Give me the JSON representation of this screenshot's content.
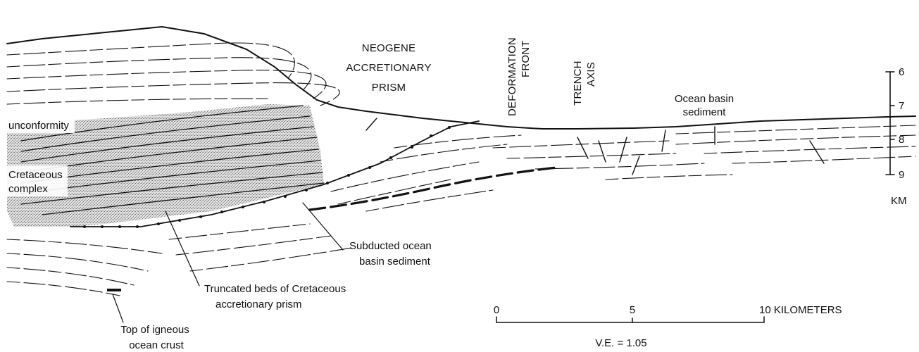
{
  "labels": {
    "neogene_line1": "NEOGENE",
    "neogene_line2": "ACCRETIONARY",
    "neogene_line3": "PRISM",
    "deformation_line1": "DEFORMATION",
    "deformation_line2": "FRONT",
    "trench_line1": "TRENCH",
    "trench_line2": "AXIS",
    "ocean_basin_line1": "Ocean basin",
    "ocean_basin_line2": "sediment",
    "unconformity": "unconformity",
    "cretaceous_line1": "Cretaceous",
    "cretaceous_line2": "complex",
    "subducted_line1": "Subducted ocean",
    "subducted_line2": "basin sediment",
    "truncated_line1": "Truncated beds of Cretaceous",
    "truncated_line2": "accretionary prism",
    "igneous_line1": "Top of igneous",
    "igneous_line2": "ocean crust"
  },
  "depth_scale": {
    "ticks": [
      "6",
      "7",
      "8",
      "9"
    ],
    "unit": "KM"
  },
  "distance_scale": {
    "ticks": [
      "0",
      "5",
      "10 KILOMETERS"
    ],
    "ve": "V.E. = 1.05"
  }
}
